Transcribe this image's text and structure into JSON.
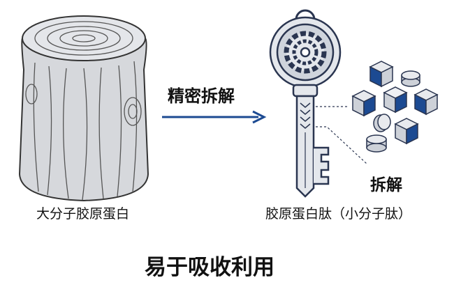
{
  "arrow_label": "精密拆解",
  "left_caption": "大分子胶原蛋白",
  "right_caption": "胶原蛋白肽（小分子肽）",
  "fragments_label": "拆解",
  "bottom_title": "易于吸收利用",
  "colors": {
    "accent": "#1c4a92",
    "outline": "#2a3550",
    "fill": "#d8dce4"
  }
}
